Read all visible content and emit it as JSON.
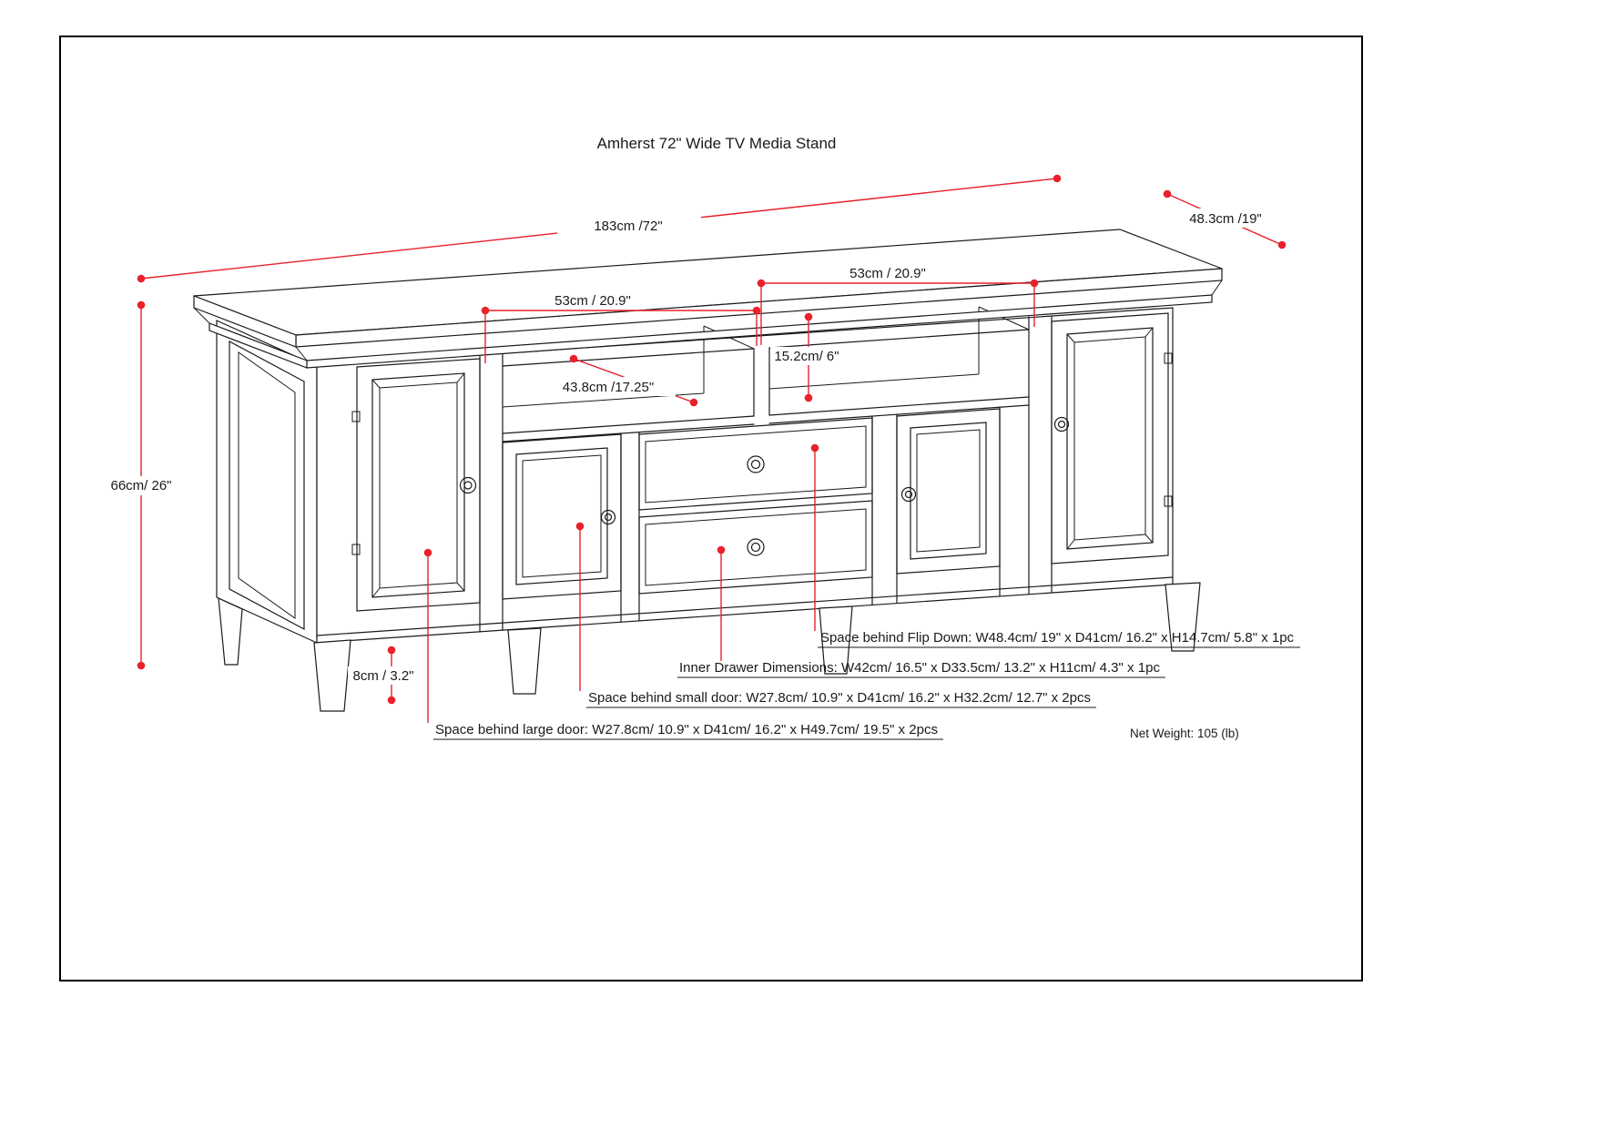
{
  "page": {
    "title": "Amherst 72\" Wide TV Media Stand",
    "net_weight": "Net Weight: 105 (lb)"
  },
  "dimensions": {
    "overall_width": "183cm /72\"",
    "overall_depth": "48.3cm /19\"",
    "overall_height": "66cm/ 26\"",
    "left_opening_width": "53cm / 20.9\"",
    "right_opening_width": "53cm / 20.9\"",
    "opening_height": "15.2cm/ 6\"",
    "opening_depth": "43.8cm /17.25\"",
    "leg_height": "8cm / 3.2\""
  },
  "annotations": {
    "flip_down": "Space behind Flip Down: W48.4cm/ 19\" x D41cm/ 16.2\" x H14.7cm/ 5.8\" x 1pc",
    "inner_drawer": "Inner Drawer Dimensions: W42cm/ 16.5\" x D33.5cm/ 13.2\" x H11cm/ 4.3\" x 1pc",
    "small_door": "Space behind small door: W27.8cm/ 10.9\" x D41cm/ 16.2\" x H32.2cm/ 12.7\" x 2pcs",
    "large_door": "Space behind large door: W27.8cm/ 10.9\" x D41cm/ 16.2\" x H49.7cm/ 19.5\" x 2pcs"
  },
  "colors": {
    "dimension_red": "#e8212b",
    "line_black": "#1a1a1a"
  }
}
